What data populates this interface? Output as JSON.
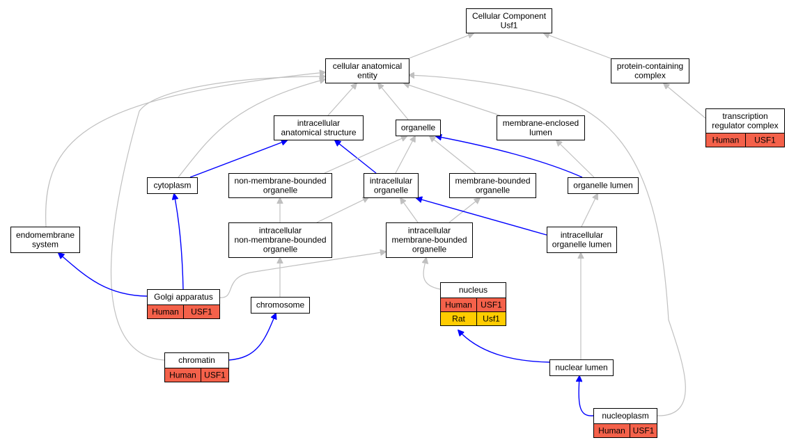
{
  "colors": {
    "human": "#f4614a",
    "rat": "#ffcc00",
    "is_a_edge": "#c0c0c0",
    "part_of_edge": "#0000ff"
  },
  "nodes": {
    "root": [
      "Cellular Component",
      "Usf1"
    ],
    "cae": [
      "cellular anatomical",
      "entity"
    ],
    "pcc": [
      "protein-containing",
      "complex"
    ],
    "trc": [
      "transcription",
      "regulator complex"
    ],
    "ias": [
      "intracellular",
      "anatomical structure"
    ],
    "organelle": [
      "organelle"
    ],
    "mel": [
      "membrane-enclosed",
      "lumen"
    ],
    "cyto": [
      "cytoplasm"
    ],
    "nmbo": [
      "non-membrane-bounded",
      "organelle"
    ],
    "io": [
      "intracellular",
      "organelle"
    ],
    "mbo": [
      "membrane-bounded",
      "organelle"
    ],
    "ol": [
      "organelle lumen"
    ],
    "es": [
      "endomembrane",
      "system"
    ],
    "inmbo": [
      "intracellular",
      "non-membrane-bounded",
      "organelle"
    ],
    "imbo": [
      "intracellular",
      "membrane-bounded",
      "organelle"
    ],
    "iol": [
      "intracellular",
      "organelle lumen"
    ],
    "golgi": [
      "Golgi apparatus"
    ],
    "chromosome": [
      "chromosome"
    ],
    "nucleus": [
      "nucleus"
    ],
    "chromatin": [
      "chromatin"
    ],
    "nl": [
      "nuclear lumen"
    ],
    "np": [
      "nucleoplasm"
    ]
  },
  "annotations": {
    "trc": [
      [
        "Human",
        "USF1"
      ]
    ],
    "golgi": [
      [
        "Human",
        "USF1"
      ]
    ],
    "nucleus": [
      [
        "Human",
        "USF1"
      ],
      [
        "Rat",
        "Usf1"
      ]
    ],
    "chromatin": [
      [
        "Human",
        "USF1"
      ]
    ],
    "np": [
      [
        "Human",
        "USF1"
      ]
    ]
  },
  "edges": [
    {
      "from": "cae",
      "to": "root",
      "type": "is_a"
    },
    {
      "from": "pcc",
      "to": "root",
      "type": "is_a"
    },
    {
      "from": "trc",
      "to": "pcc",
      "type": "is_a"
    },
    {
      "from": "ias",
      "to": "cae",
      "type": "is_a"
    },
    {
      "from": "organelle",
      "to": "cae",
      "type": "is_a"
    },
    {
      "from": "mel",
      "to": "cae",
      "type": "is_a"
    },
    {
      "from": "cyto",
      "to": "cae",
      "type": "is_a"
    },
    {
      "from": "es",
      "to": "cae",
      "type": "is_a"
    },
    {
      "from": "chromatin",
      "to": "cae",
      "type": "is_a"
    },
    {
      "from": "np",
      "to": "cae",
      "type": "is_a"
    },
    {
      "from": "cyto",
      "to": "ias",
      "type": "part_of"
    },
    {
      "from": "io",
      "to": "ias",
      "type": "part_of"
    },
    {
      "from": "nmbo",
      "to": "organelle",
      "type": "is_a"
    },
    {
      "from": "io",
      "to": "organelle",
      "type": "is_a"
    },
    {
      "from": "mbo",
      "to": "organelle",
      "type": "is_a"
    },
    {
      "from": "ol",
      "to": "organelle",
      "type": "part_of"
    },
    {
      "from": "ol",
      "to": "mel",
      "type": "is_a"
    },
    {
      "from": "inmbo",
      "to": "nmbo",
      "type": "is_a"
    },
    {
      "from": "inmbo",
      "to": "io",
      "type": "is_a"
    },
    {
      "from": "imbo",
      "to": "io",
      "type": "is_a"
    },
    {
      "from": "imbo",
      "to": "mbo",
      "type": "is_a"
    },
    {
      "from": "iol",
      "to": "io",
      "type": "part_of"
    },
    {
      "from": "iol",
      "to": "ol",
      "type": "is_a"
    },
    {
      "from": "golgi",
      "to": "es",
      "type": "part_of"
    },
    {
      "from": "golgi",
      "to": "cyto",
      "type": "part_of"
    },
    {
      "from": "golgi",
      "to": "imbo",
      "type": "is_a"
    },
    {
      "from": "chromosome",
      "to": "inmbo",
      "type": "is_a"
    },
    {
      "from": "nucleus",
      "to": "imbo",
      "type": "is_a"
    },
    {
      "from": "chromatin",
      "to": "chromosome",
      "type": "part_of"
    },
    {
      "from": "nl",
      "to": "nucleus",
      "type": "part_of"
    },
    {
      "from": "nl",
      "to": "iol",
      "type": "is_a"
    },
    {
      "from": "np",
      "to": "nl",
      "type": "part_of"
    }
  ]
}
